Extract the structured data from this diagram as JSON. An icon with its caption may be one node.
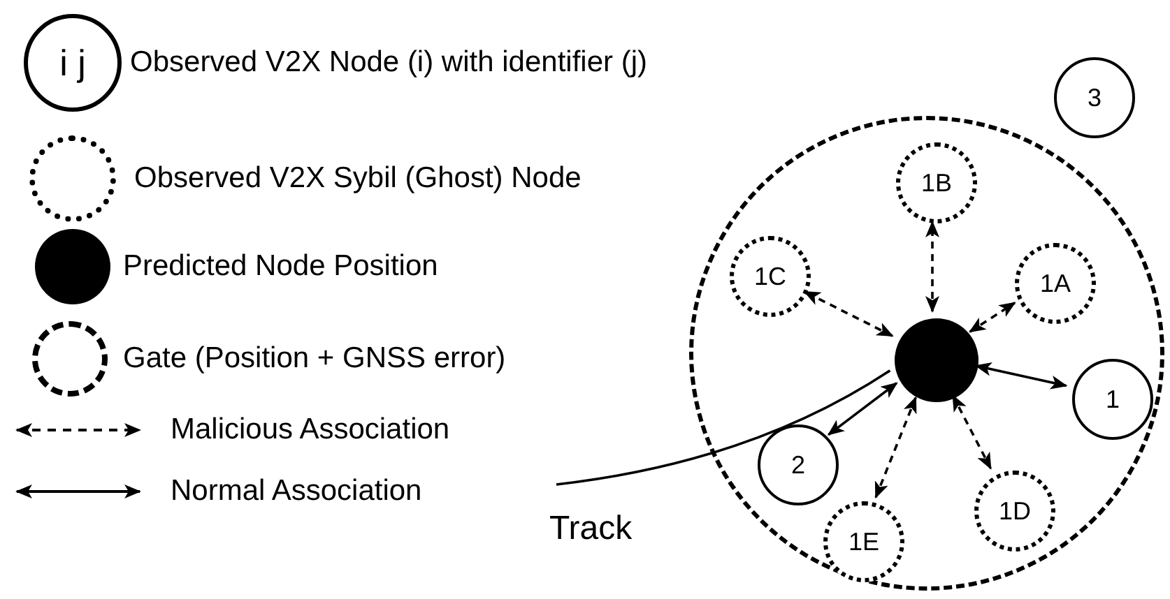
{
  "diagram": {
    "nodes": [
      {
        "text": [
          "3"
        ]
      },
      {
        "text": [],
        "shape": "circle"
      },
      {
        "text": [
          "1B"
        ],
        "in": 1
      },
      {
        "text": [
          "1C"
        ],
        "in": 1
      },
      {
        "text": [
          "1A"
        ],
        "in": 1
      },
      {
        "text": [],
        "shape": "circle",
        "in": 1
      },
      {
        "text": [
          "1"
        ],
        "in": 1
      },
      {
        "text": [
          "2"
        ],
        "in": 1
      },
      {
        "text": [
          "1D"
        ],
        "in": 1
      },
      {
        "text": [
          "1E"
        ],
        "in": 1
      }
    ],
    "edges": [
      {
        "from": 5,
        "to": 2,
        "arrow": "both",
        "style": "dashed"
      },
      {
        "from": 5,
        "to": 3,
        "arrow": "both",
        "style": "dashed"
      },
      {
        "from": 5,
        "to": 4,
        "arrow": "both",
        "style": "dashed"
      },
      {
        "from": 5,
        "to": 6,
        "arrow": "both"
      },
      {
        "from": 5,
        "to": 7,
        "arrow": "both"
      },
      {
        "from": 5,
        "to": 8,
        "arrow": "both",
        "style": "dashed"
      },
      {
        "from": 5,
        "to": 9,
        "arrow": "both",
        "style": "dashed"
      },
      {
        "from": null,
        "to": 5,
        "arrow": "none"
      }
    ],
    "labels": [
      "i j",
      "Track"
    ],
    "legend": [
      {
        "text": "Observed V2X Node (i) with identifier (j)"
      },
      {
        "text": "Observed V2X Sybil (Ghost) Node"
      },
      {
        "text": "Predicted Node Position"
      },
      {
        "text": "Gate (Position + GNSS error)"
      },
      {
        "text": "Malicious Association"
      },
      {
        "text": "Normal Association"
      }
    ]
  }
}
